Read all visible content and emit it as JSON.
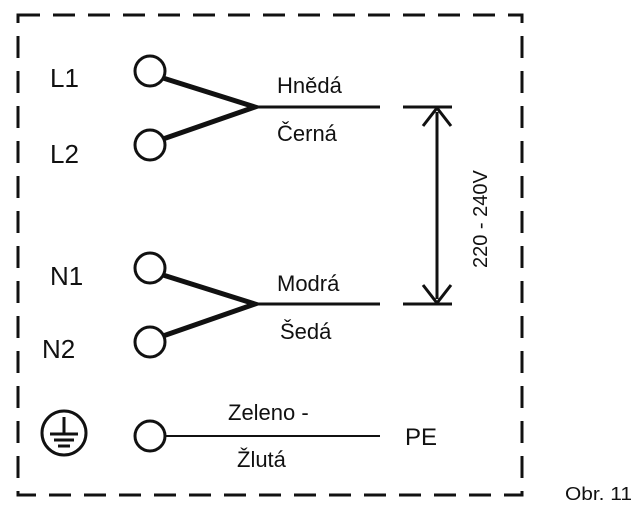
{
  "terminals": [
    {
      "label": "L1"
    },
    {
      "label": "L2"
    },
    {
      "label": "N1"
    },
    {
      "label": "N2"
    }
  ],
  "wires": {
    "brown": "Hnědá",
    "black": "Černá",
    "blue": "Modrá",
    "grey": "Šedá",
    "earth_line1": "Zeleno -",
    "earth_line2": "Žlutá"
  },
  "pe_label": "PE",
  "voltage": "220 - 240V",
  "figure_label": "Obr. 11",
  "icons": {
    "earth": "earth-ground-icon"
  }
}
